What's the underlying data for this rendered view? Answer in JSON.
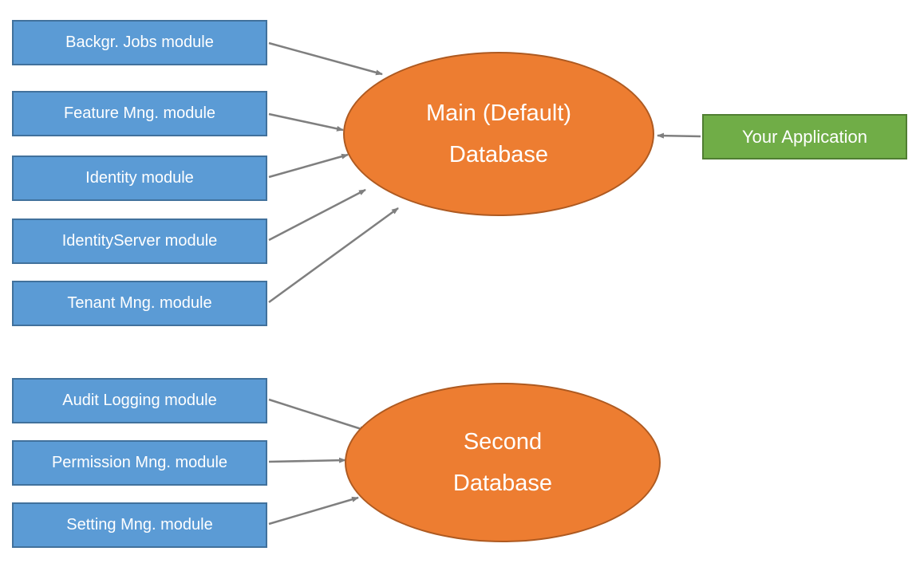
{
  "diagram": {
    "top_group": {
      "modules": [
        {
          "label": "Backgr. Jobs module"
        },
        {
          "label": "Feature Mng. module"
        },
        {
          "label": "Identity module"
        },
        {
          "label": "IdentityServer module"
        },
        {
          "label": "Tenant Mng. module"
        }
      ],
      "database": {
        "line1": "Main (Default)",
        "line2": "Database"
      },
      "application": {
        "label": "Your Application"
      }
    },
    "bottom_group": {
      "modules": [
        {
          "label": "Audit Logging module"
        },
        {
          "label": "Permission Mng. module"
        },
        {
          "label": "Setting Mng. module"
        }
      ],
      "database": {
        "line1": "Second",
        "line2": "Database"
      }
    },
    "colors": {
      "module_fill": "#5B9BD5",
      "module_border": "#41719C",
      "database_fill": "#ED7D31",
      "database_border": "#AE5A21",
      "application_fill": "#70AD47",
      "application_border": "#507E32",
      "arrow": "#7F7F7F",
      "text": "#FFFFFF"
    }
  }
}
